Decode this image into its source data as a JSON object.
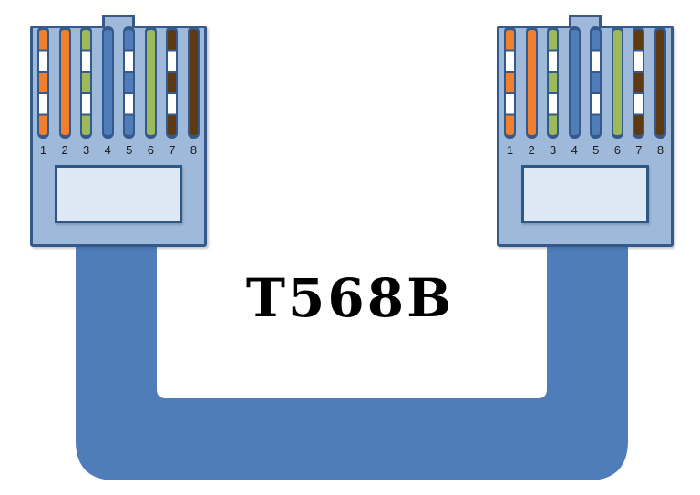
{
  "title": "T568B",
  "colors": {
    "cable": "#4E7DBA",
    "connector_body": "#9FB9DA",
    "connector_border": "#36598B",
    "wire_border": "#36598B",
    "stripe_separator": "#36598B",
    "stripe_white": "#FFFFFF",
    "window_fill": "#DEE7F4",
    "window_border": "#2E5786",
    "pin_number_text": "#1B1B1B",
    "title_text": "#000000",
    "orange": "#F0802F",
    "green": "#9CBA59",
    "blue": "#4F7DBA",
    "brown": "#5D3A11"
  },
  "wiring": [
    {
      "pin": "1",
      "wire": "white-orange",
      "pattern": "striped",
      "color_key": "orange"
    },
    {
      "pin": "2",
      "wire": "orange",
      "pattern": "solid",
      "color_key": "orange"
    },
    {
      "pin": "3",
      "wire": "white-green",
      "pattern": "striped",
      "color_key": "green"
    },
    {
      "pin": "4",
      "wire": "blue",
      "pattern": "solid",
      "color_key": "blue"
    },
    {
      "pin": "5",
      "wire": "white-blue",
      "pattern": "striped",
      "color_key": "blue"
    },
    {
      "pin": "6",
      "wire": "green",
      "pattern": "solid",
      "color_key": "green"
    },
    {
      "pin": "7",
      "wire": "white-brown",
      "pattern": "striped",
      "color_key": "brown"
    },
    {
      "pin": "8",
      "wire": "brown",
      "pattern": "solid",
      "color_key": "brown"
    }
  ],
  "connectors": [
    {
      "side": "left"
    },
    {
      "side": "right"
    }
  ]
}
